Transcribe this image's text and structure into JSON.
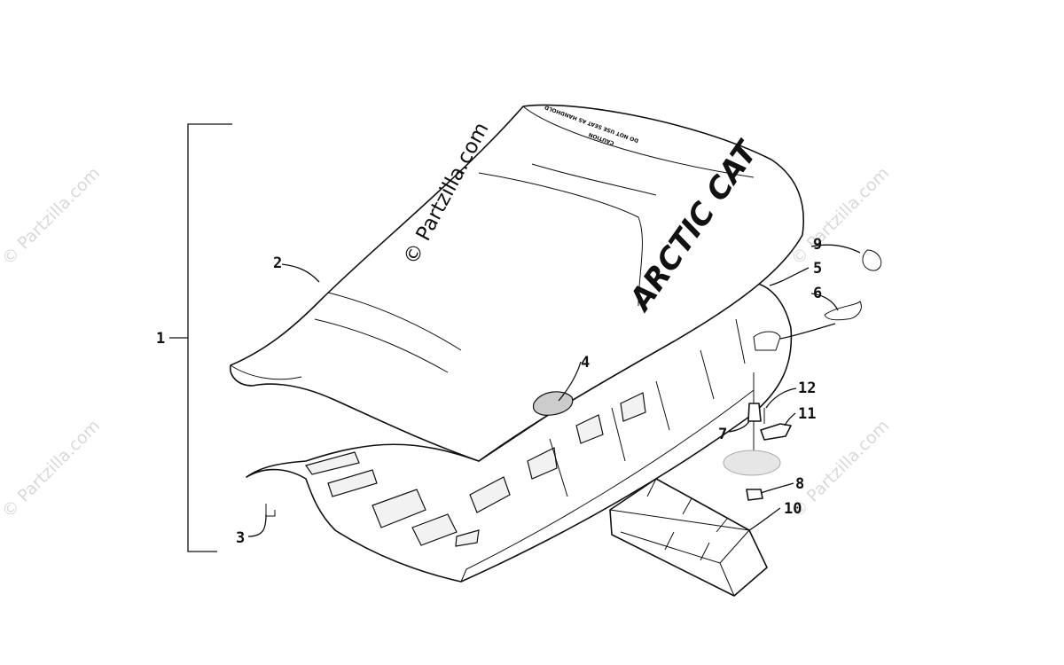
{
  "watermark": {
    "main_text": "© Partzilla.com",
    "repeat_text": "© Partzilla.com"
  },
  "decals": {
    "brand": "ARCTIC CAT",
    "caution_title": "CAUTION",
    "caution_body": "DO NOT USE SEAT AS HANDHOLD"
  },
  "callouts": [
    {
      "id": "c1",
      "text": "1"
    },
    {
      "id": "c2",
      "text": "2"
    },
    {
      "id": "c3",
      "text": "3"
    },
    {
      "id": "c4",
      "text": "4"
    },
    {
      "id": "c5",
      "text": "5"
    },
    {
      "id": "c6",
      "text": "6"
    },
    {
      "id": "c7",
      "text": "7"
    },
    {
      "id": "c8",
      "text": "8"
    },
    {
      "id": "c9",
      "text": "9"
    },
    {
      "id": "c10",
      "text": "10"
    },
    {
      "id": "c11",
      "text": "11"
    },
    {
      "id": "c12",
      "text": "12"
    }
  ],
  "colors": {
    "line": "#111111",
    "background": "#ffffff",
    "watermark": "#d9d9d9",
    "pad": "#cccccc"
  }
}
